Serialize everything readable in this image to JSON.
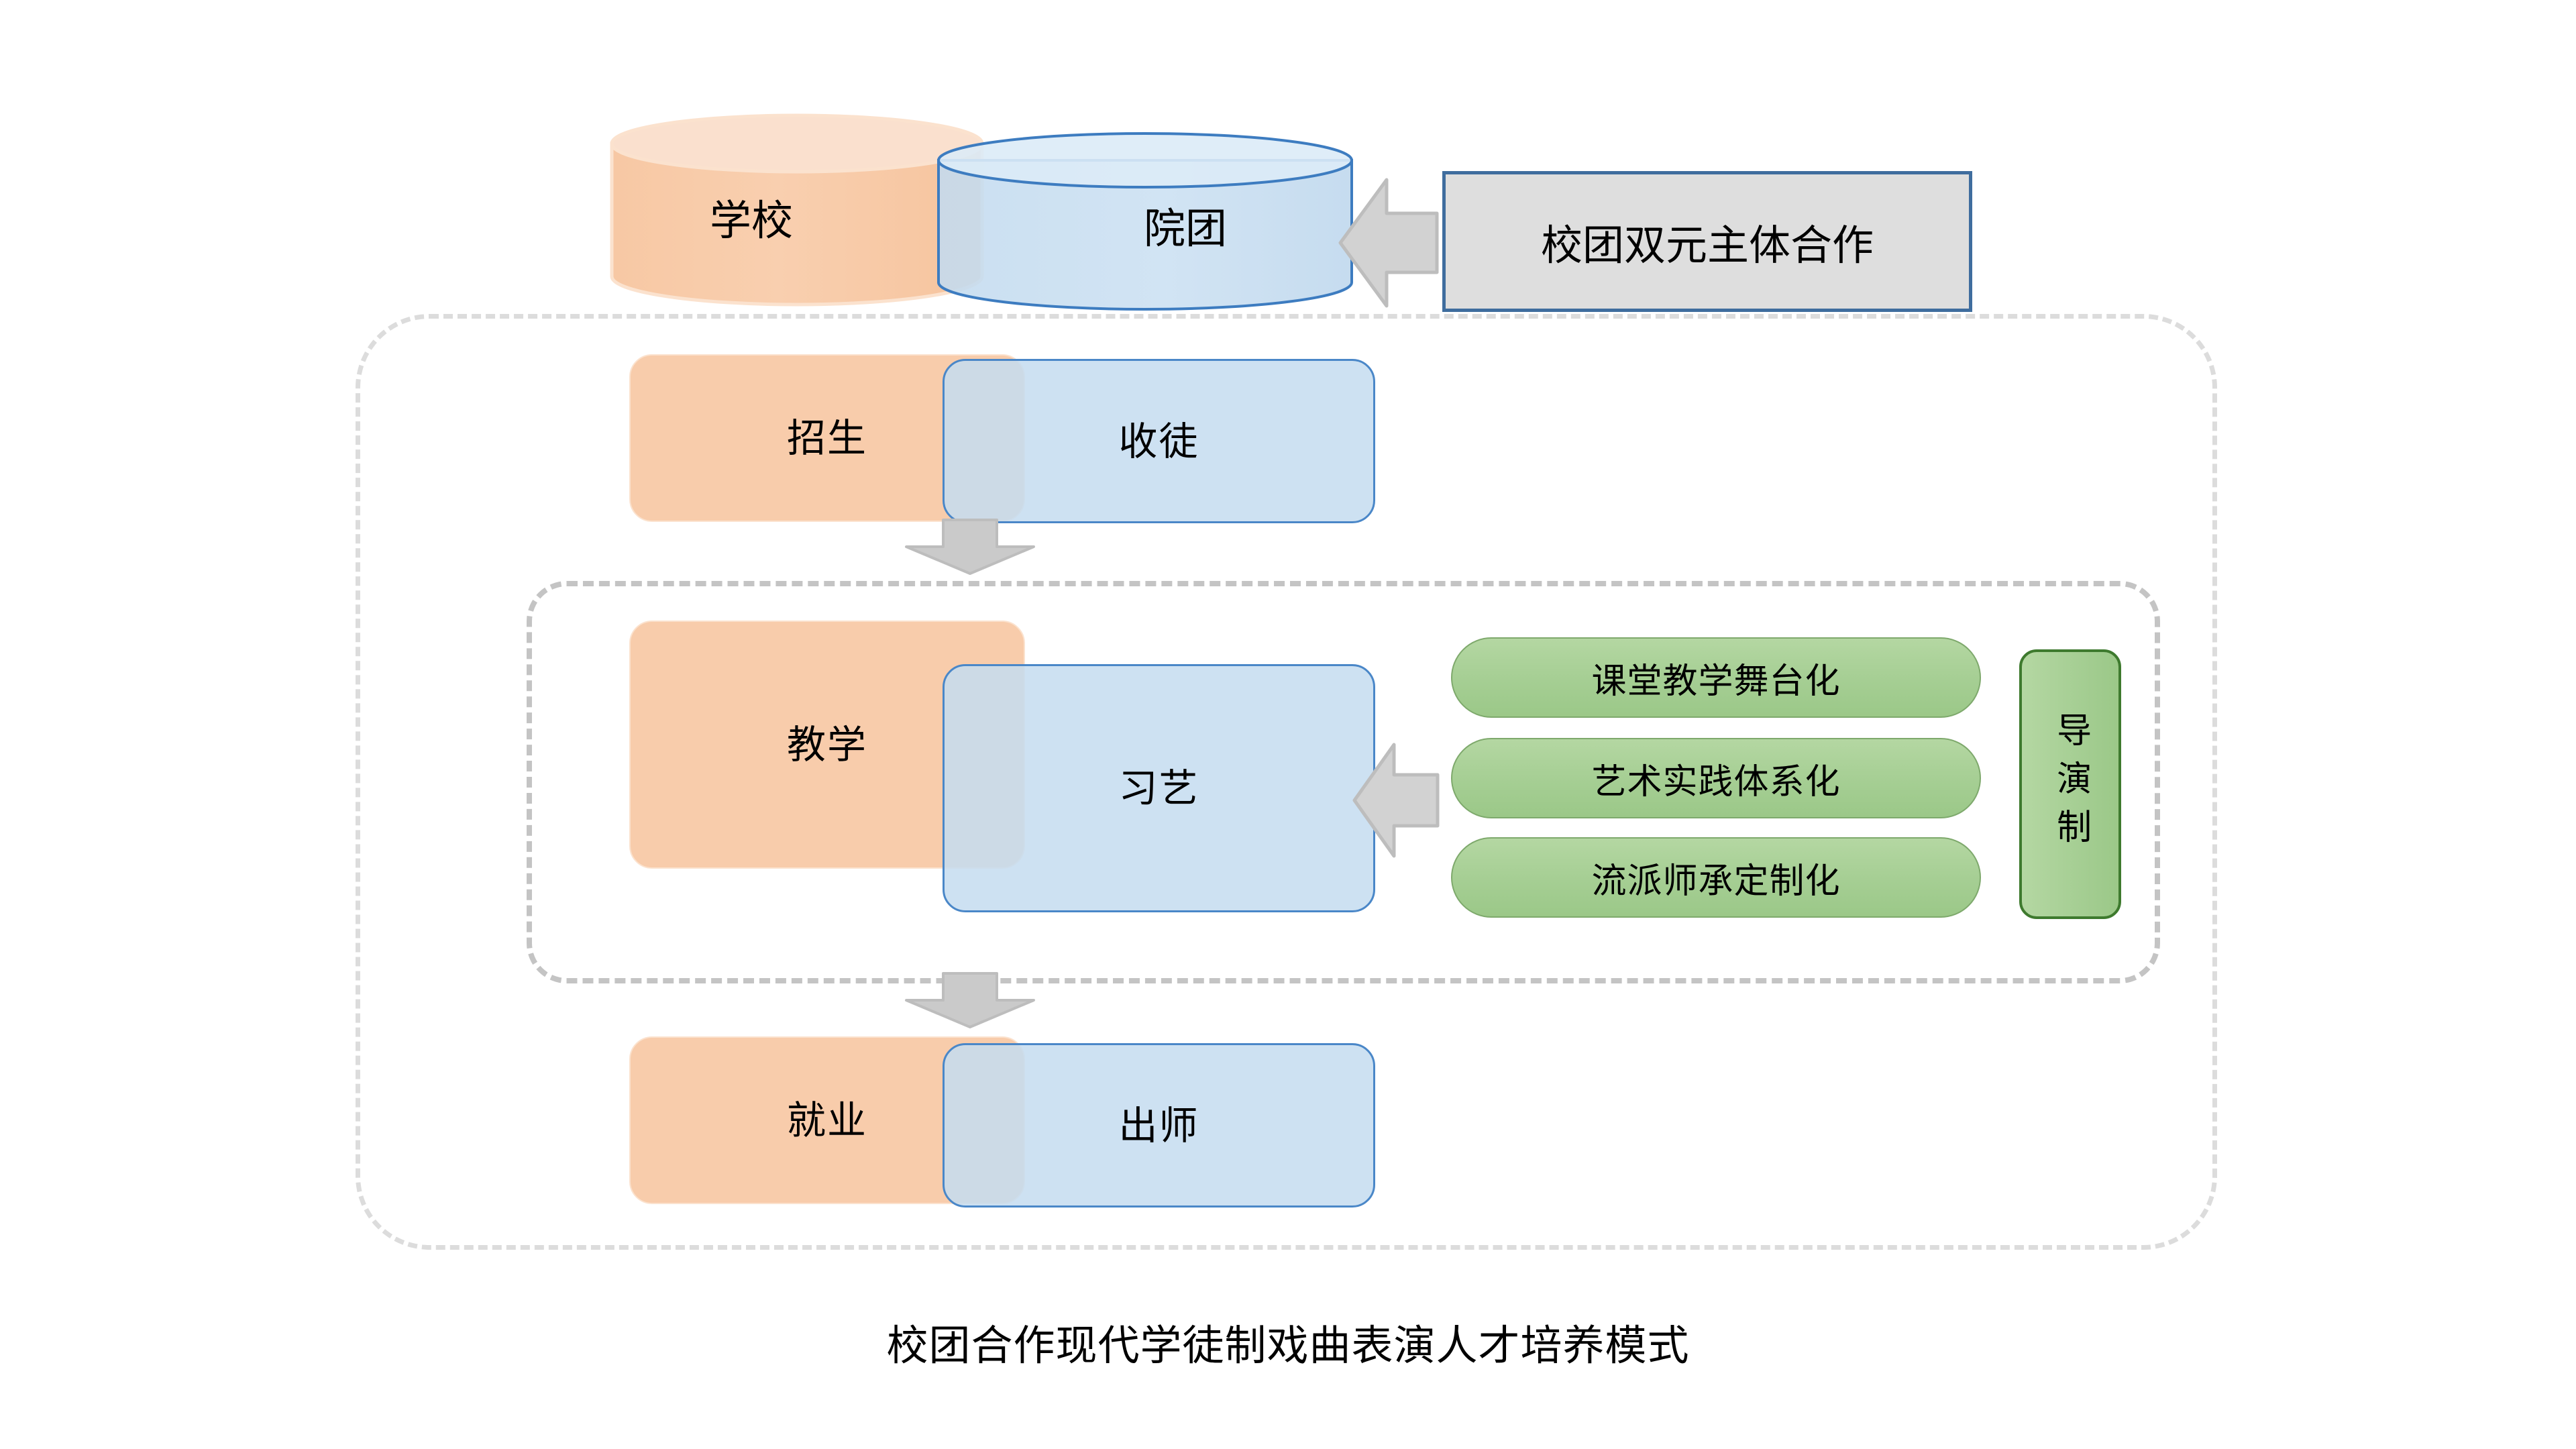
{
  "diagram": {
    "caption": "校团合作现代学徒制戏曲表演人才培养模式",
    "top_row": {
      "school_cylinder": "学校",
      "troupe_cylinder": "院团",
      "callout": "校团双元主体合作"
    },
    "stages": [
      {
        "school_side": "招生",
        "troupe_side": "收徒"
      },
      {
        "school_side": "教学",
        "troupe_side": "习艺"
      },
      {
        "school_side": "就业",
        "troupe_side": "出师"
      }
    ],
    "teaching_features": [
      "课堂教学舞台化",
      "艺术实践体系化",
      "流派师承定制化"
    ],
    "vertical_label": "导演制",
    "colors": {
      "school_orange": "#F8CCAB",
      "troupe_blue": "#C5DCF0",
      "troupe_blue_border": "#4A87C8",
      "feature_green": "#A5CE93",
      "feature_green_border": "#7EA96C",
      "vertical_green_border": "#3E7A2E",
      "callout_fill": "#DEDEDE",
      "callout_border": "#3F6D9E",
      "arrow_gray": "#CFCFCF",
      "arrow_border": "#BDBDBD",
      "dashed_outer": "#DCDCDC",
      "dashed_inner": "#C4C4C4"
    }
  }
}
